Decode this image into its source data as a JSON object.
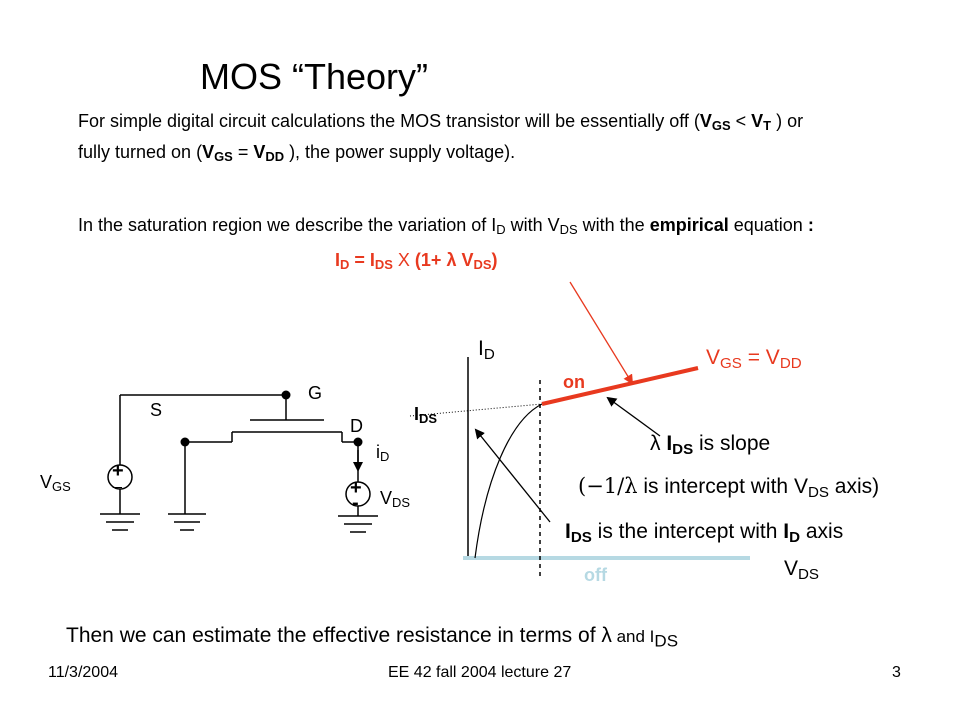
{
  "title": "MOS “Theory”",
  "para1": {
    "t1": "For simple digital circuit calculations the MOS transistor will be essentially off (",
    "vgs": "V",
    "vgs_sub": "GS",
    "lt": " < ",
    "vt": "V",
    "vt_sub": "T",
    "t2": " ) or fully turned on (",
    "vgs2": "V",
    "vgs2_sub": "GS",
    "eq": " = ",
    "vdd": "V",
    "vdd_sub": "DD",
    "t3": " ), the power supply voltage)."
  },
  "para2": {
    "t1": "In the saturation region we describe the variation of I",
    "s1": "D",
    "t2": " with V",
    "s2": "DS",
    "t3": " with the ",
    "bold": "empirical",
    "t4": " equation ",
    "colon": ":"
  },
  "equation": {
    "a": "I",
    "a_sub": "D",
    "b": " = I",
    "b_sub": "DS",
    "x": " X ",
    "c": "(1+ ",
    "lambda": "λ",
    "d": " V",
    "d_sub": "DS",
    "e": ")"
  },
  "circuit": {
    "vgs": "V",
    "vgs_sub": "GS",
    "s": "S",
    "g": "G",
    "d": "D",
    "id": "i",
    "id_sub": "D",
    "plus1": "+",
    "minus1": "_",
    "plus2": "+",
    "minus2": "-",
    "vds": "V",
    "vds_sub": "DS"
  },
  "graph": {
    "id_axis": "I",
    "id_axis_sub": "D",
    "vds_axis": "V",
    "vds_axis_sub": "DS",
    "ids_label": "I",
    "ids_label_sub": "DS",
    "on": "on",
    "off": "off",
    "vgs_vdd": "V",
    "vgs_vdd_sub1": "GS",
    "vgs_vdd_mid": " = V",
    "vgs_vdd_sub2": "DD",
    "on_color": "#e8391f",
    "off_color": "#b6d9e3"
  },
  "annotations": {
    "slope_lambda": "λ",
    "slope_i": " I",
    "slope_sub": "DS",
    "slope_text": " is slope",
    "intercept_sym": "(−1/λ",
    "intercept_text": " is intercept with V",
    "intercept_sub": "DS",
    "intercept_end": " axis)",
    "ids_i": "I",
    "ids_sub": "DS",
    "ids_text": " is the intercept with ",
    "ids_i2": "I",
    "ids_sub2": "D",
    "ids_end": " axis"
  },
  "bottom": {
    "text": "Then we can estimate the  effective resistance in terms of ",
    "lambda": "λ",
    "and": " and I",
    "and_sub": "DS"
  },
  "footer": {
    "date": "11/3/2004",
    "course": "EE 42 fall 2004 lecture 27",
    "page": "3"
  }
}
